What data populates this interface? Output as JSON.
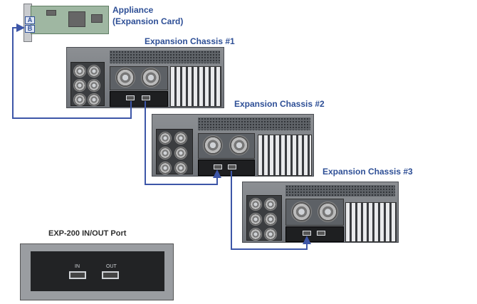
{
  "appliance": {
    "title_line1": "Appliance",
    "title_line2": "(Expansion Card)",
    "port_a": "A",
    "port_b": "B"
  },
  "chassis": [
    {
      "label": "Expansion Chassis #1"
    },
    {
      "label": "Expansion Chassis #2"
    },
    {
      "label": "Expansion Chassis #3"
    }
  ],
  "port_detail": {
    "title": "EXP-200 IN/OUT Port",
    "in_label": "IN",
    "out_label": "OUT"
  },
  "colors": {
    "label": "#2e4f96",
    "cable": "#3d56a8"
  }
}
